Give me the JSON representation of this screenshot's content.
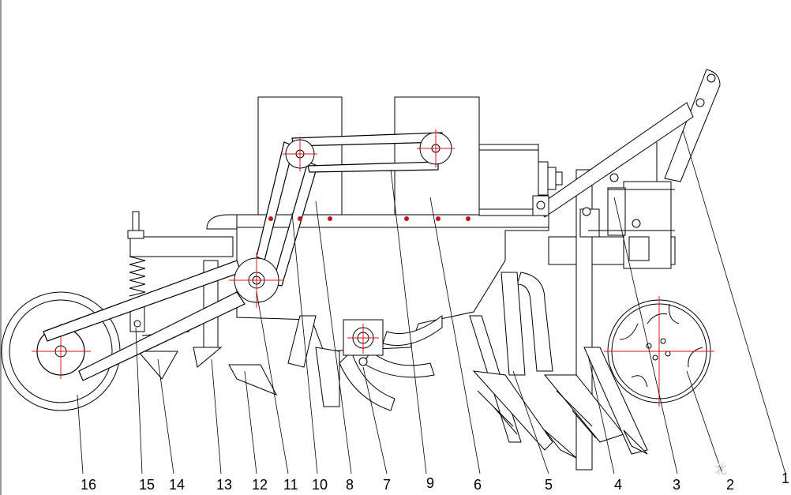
{
  "diagram": {
    "part_labels": [
      "1",
      "2",
      "3",
      "4",
      "5",
      "6",
      "7",
      "8",
      "9",
      "10",
      "11",
      "12",
      "13",
      "14",
      "15",
      "16"
    ],
    "watermark": "北"
  },
  "colors": {
    "line": "#000000",
    "centerline": "#e0101a",
    "background": "#ffffff"
  }
}
